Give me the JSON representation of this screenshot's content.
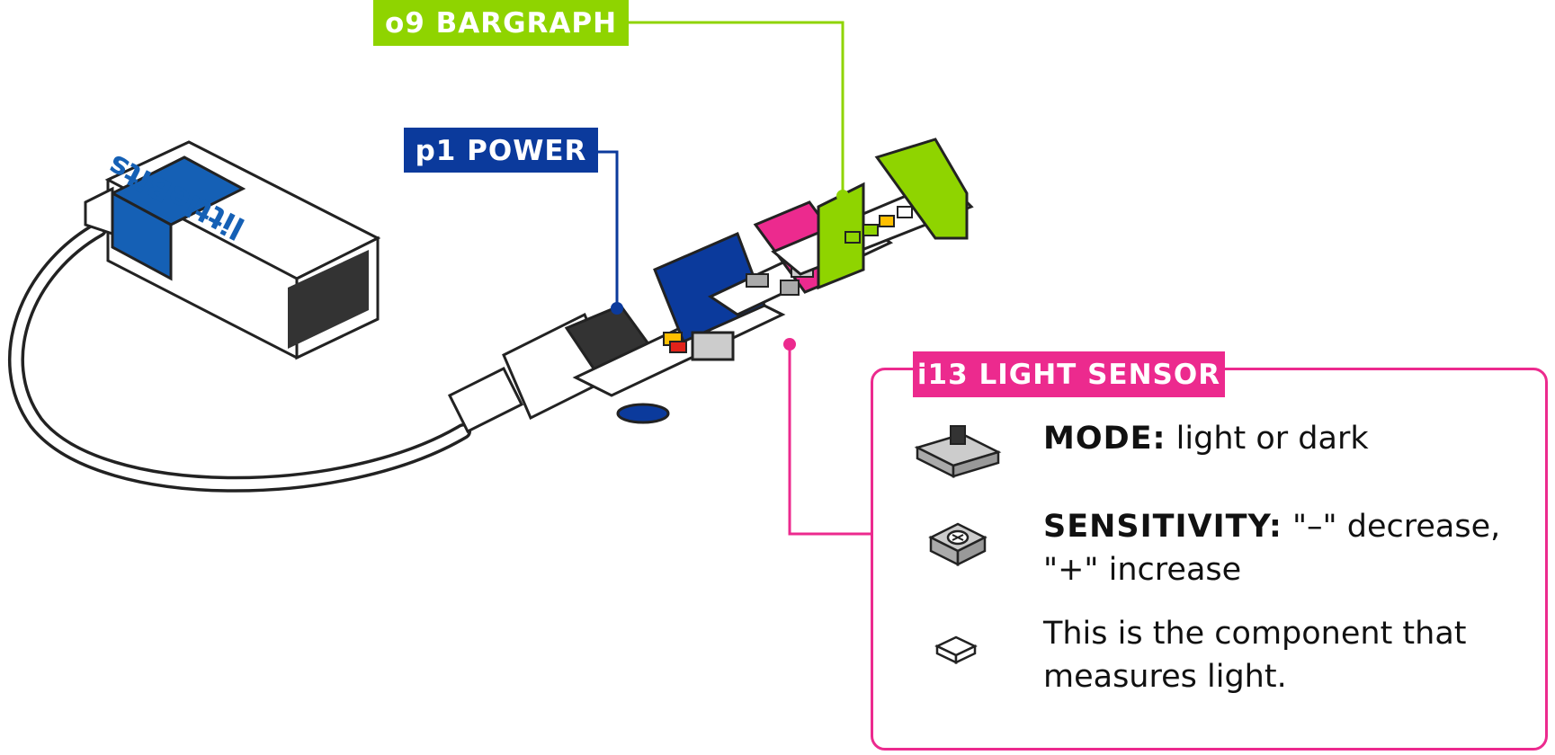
{
  "labels": {
    "bargraph": "o9 BARGRAPH",
    "power": "p1 POWER",
    "sensor": "i13 LIGHT SENSOR"
  },
  "battery_brand": "littleBits",
  "colors": {
    "bargraph": "#8fd400",
    "power": "#0b3a9c",
    "sensor": "#ec2a8e",
    "battery_band": "#1560b5"
  },
  "info": {
    "mode_term": "MODE:",
    "mode_text": " light or dark",
    "sensitivity_term": "SENSITIVITY:",
    "sensitivity_text": " \"–\" decrease, \"+\" increase",
    "component_text": "This is the component that measures light."
  },
  "icons": [
    "slide-switch-icon",
    "knob-icon",
    "photocell-icon"
  ]
}
